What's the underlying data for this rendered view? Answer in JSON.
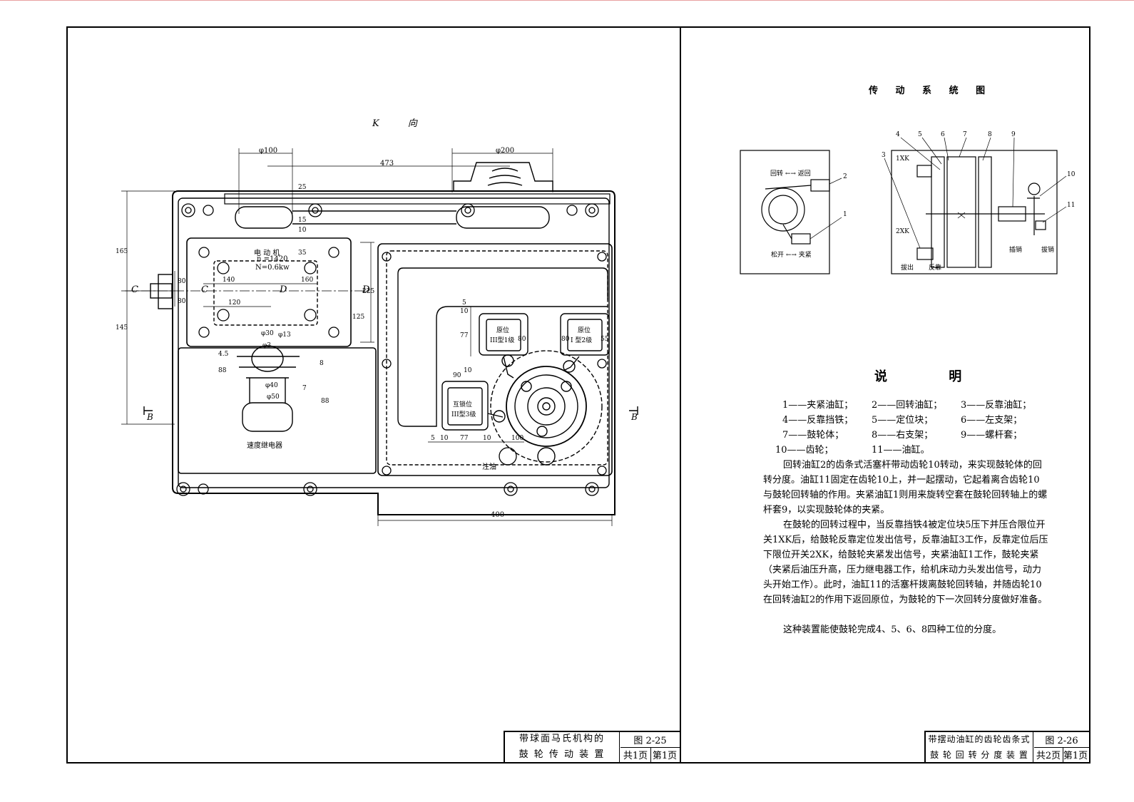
{
  "left_sheet": {
    "view_title": "K 向",
    "dimensions": [
      "φ100",
      "473",
      "φ200",
      "25",
      "15",
      "10",
      "35",
      "165",
      "145",
      "80",
      "80",
      "140",
      "160",
      "120",
      "125",
      "225",
      "φ30",
      "φ13",
      "φ3",
      "φ40",
      "φ50",
      "4.5",
      "88",
      "8",
      "7",
      "88",
      "10",
      "5",
      "77",
      "80",
      "80",
      "55",
      "90",
      "10",
      "5",
      "10",
      "77",
      "10",
      "100",
      "400"
    ],
    "motor_label": [
      "电 动 机",
      "n =1420",
      "N=0.6kw"
    ],
    "relay_label": "速度继电器",
    "oil_label": "注油",
    "section_letters": [
      "C",
      "C",
      "D",
      "D",
      "B",
      "B"
    ],
    "switch_labels": [
      {
        "top": "原位",
        "bottom": "III型1级"
      },
      {
        "top": "原位",
        "bottom": "I 型2级"
      },
      {
        "top": "互锁位",
        "bottom": "III型3级"
      }
    ],
    "title_block": {
      "name_line1": "带球面马氏机构的",
      "name_line2": "鼓 轮 传 动 装 置",
      "figure": "图 2-25",
      "total_pages": "共1页",
      "page": "第1页"
    }
  },
  "right_sheet": {
    "system_title": "传 动 系 统 图",
    "schematic_left": {
      "top_label": "回转 ←→ 返回",
      "bottom_label": "松开 ←→ 夹紧",
      "callouts": [
        "2",
        "1"
      ]
    },
    "schematic_right": {
      "callouts": [
        "4",
        "5",
        "6",
        "7",
        "8",
        "9",
        "3",
        "10",
        "11"
      ],
      "labels": [
        "1XK",
        "2XK",
        "拔出",
        "反靠",
        "插销",
        "拔销"
      ]
    },
    "notes_title": "说 明",
    "legend": [
      [
        "1——夹紧油缸；",
        "2——回转油缸；",
        "3——反靠油缸；"
      ],
      [
        "4——反靠挡铁；",
        "5——定位块；",
        "6——左支架；"
      ],
      [
        "7——鼓轮体；",
        "8——右支架；",
        "9——螺杆套；"
      ],
      [
        "10——齿轮；",
        "11——油缸。",
        ""
      ]
    ],
    "paragraphs": [
      "回转油缸2的齿条式活塞杆带动齿轮10转动，来实现鼓轮体的回转分度。油缸11固定在齿轮10上，并一起摆动，它起着离合齿轮10与鼓轮回转轴的作用。夹紧油缸1则用来旋转空套在鼓轮回转轴上的螺杆套9，以实现鼓轮体的夹紧。",
      "在鼓轮的回转过程中，当反靠挡铁4被定位块5压下并压合限位开关1XK后，给鼓轮反靠定位发出信号，反靠油缸3工作，反靠定位后压下限位开关2XK，给鼓轮夹紧发出信号，夹紧油缸1工作，鼓轮夹紧（夹紧后油压升高，压力继电器工作，给机床动力头发出信号，动力头开始工作）。此时，油缸11的活塞杆拨离鼓轮回转轴，并随齿轮10在回转油缸2的作用下返回原位，为鼓轮的下一次回转分度做好准备。",
      "这种装置能使鼓轮完成4、5、6、8四种工位的分度。"
    ],
    "title_block": {
      "name_line1": "带摆动油缸的齿轮齿条式",
      "name_line2": "鼓 轮 回 转 分 度 装 置",
      "figure": "图 2-26",
      "total_pages": "共2页",
      "page": "第1页"
    }
  }
}
